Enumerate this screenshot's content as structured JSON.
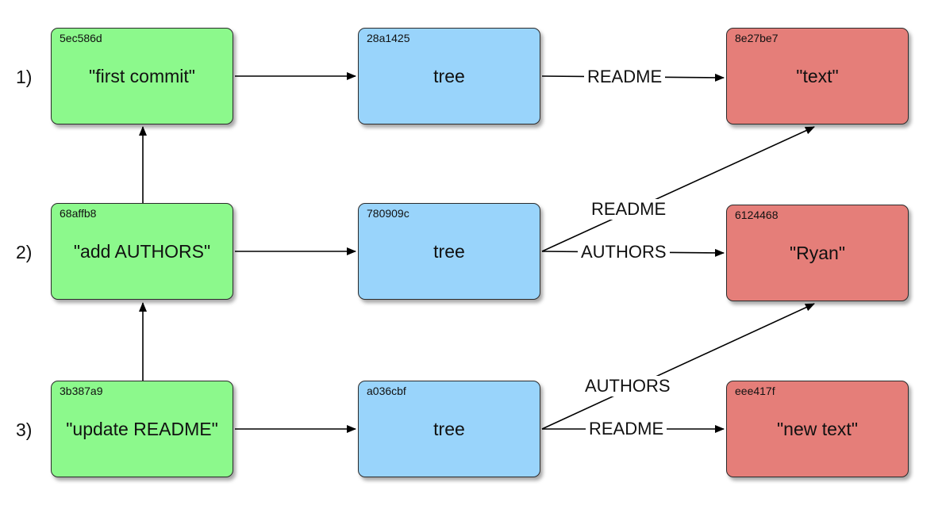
{
  "rows": [
    {
      "row_label": "1)",
      "commit": {
        "hash": "5ec586d",
        "message": "\"first commit\""
      },
      "tree": {
        "hash": "28a1425",
        "label": "tree"
      },
      "blob": {
        "hash": "8e27be7",
        "content": "\"text\""
      },
      "entries": {
        "readme": "README"
      }
    },
    {
      "row_label": "2)",
      "commit": {
        "hash": "68affb8",
        "message": "\"add AUTHORS\""
      },
      "tree": {
        "hash": "780909c",
        "label": "tree"
      },
      "blob": {
        "hash": "6124468",
        "content": "\"Ryan\""
      },
      "entries": {
        "readme": "README",
        "authors": "AUTHORS"
      }
    },
    {
      "row_label": "3)",
      "commit": {
        "hash": "3b387a9",
        "message": "\"update README\""
      },
      "tree": {
        "hash": "a036cbf",
        "label": "tree"
      },
      "blob": {
        "hash": "eee417f",
        "content": "\"new text\""
      },
      "entries": {
        "authors": "AUTHORS",
        "readme": "README"
      }
    }
  ],
  "colors": {
    "commit": "#8cf98c",
    "tree": "#99d4fb",
    "blob": "#e57e79",
    "line": "#000000"
  }
}
